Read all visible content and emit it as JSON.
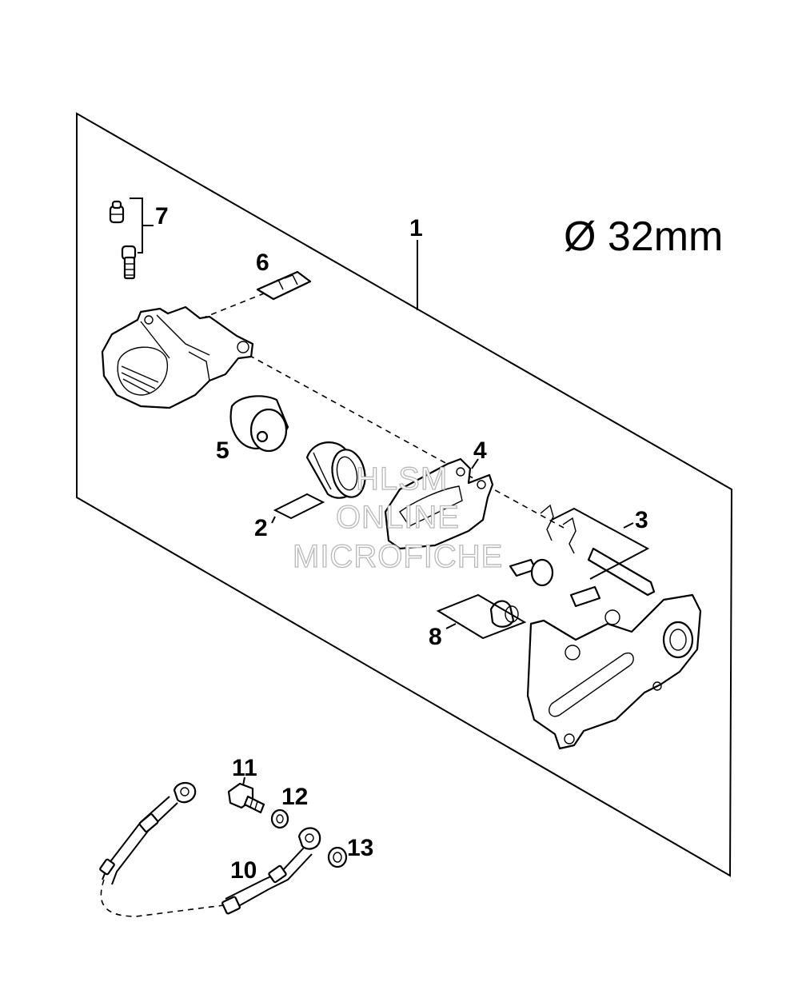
{
  "diagram": {
    "spec_label": "Ø 32mm",
    "callouts": {
      "c1": "1",
      "c2": "2",
      "c3": "3",
      "c4": "4",
      "c5": "5",
      "c6": "6",
      "c7": "7",
      "c8": "8",
      "c10": "10",
      "c11": "11",
      "c12": "12",
      "c13": "13"
    },
    "watermark": {
      "line1": "HLSM",
      "line2": "ONLINE",
      "line3": "MICROFICHE"
    }
  }
}
